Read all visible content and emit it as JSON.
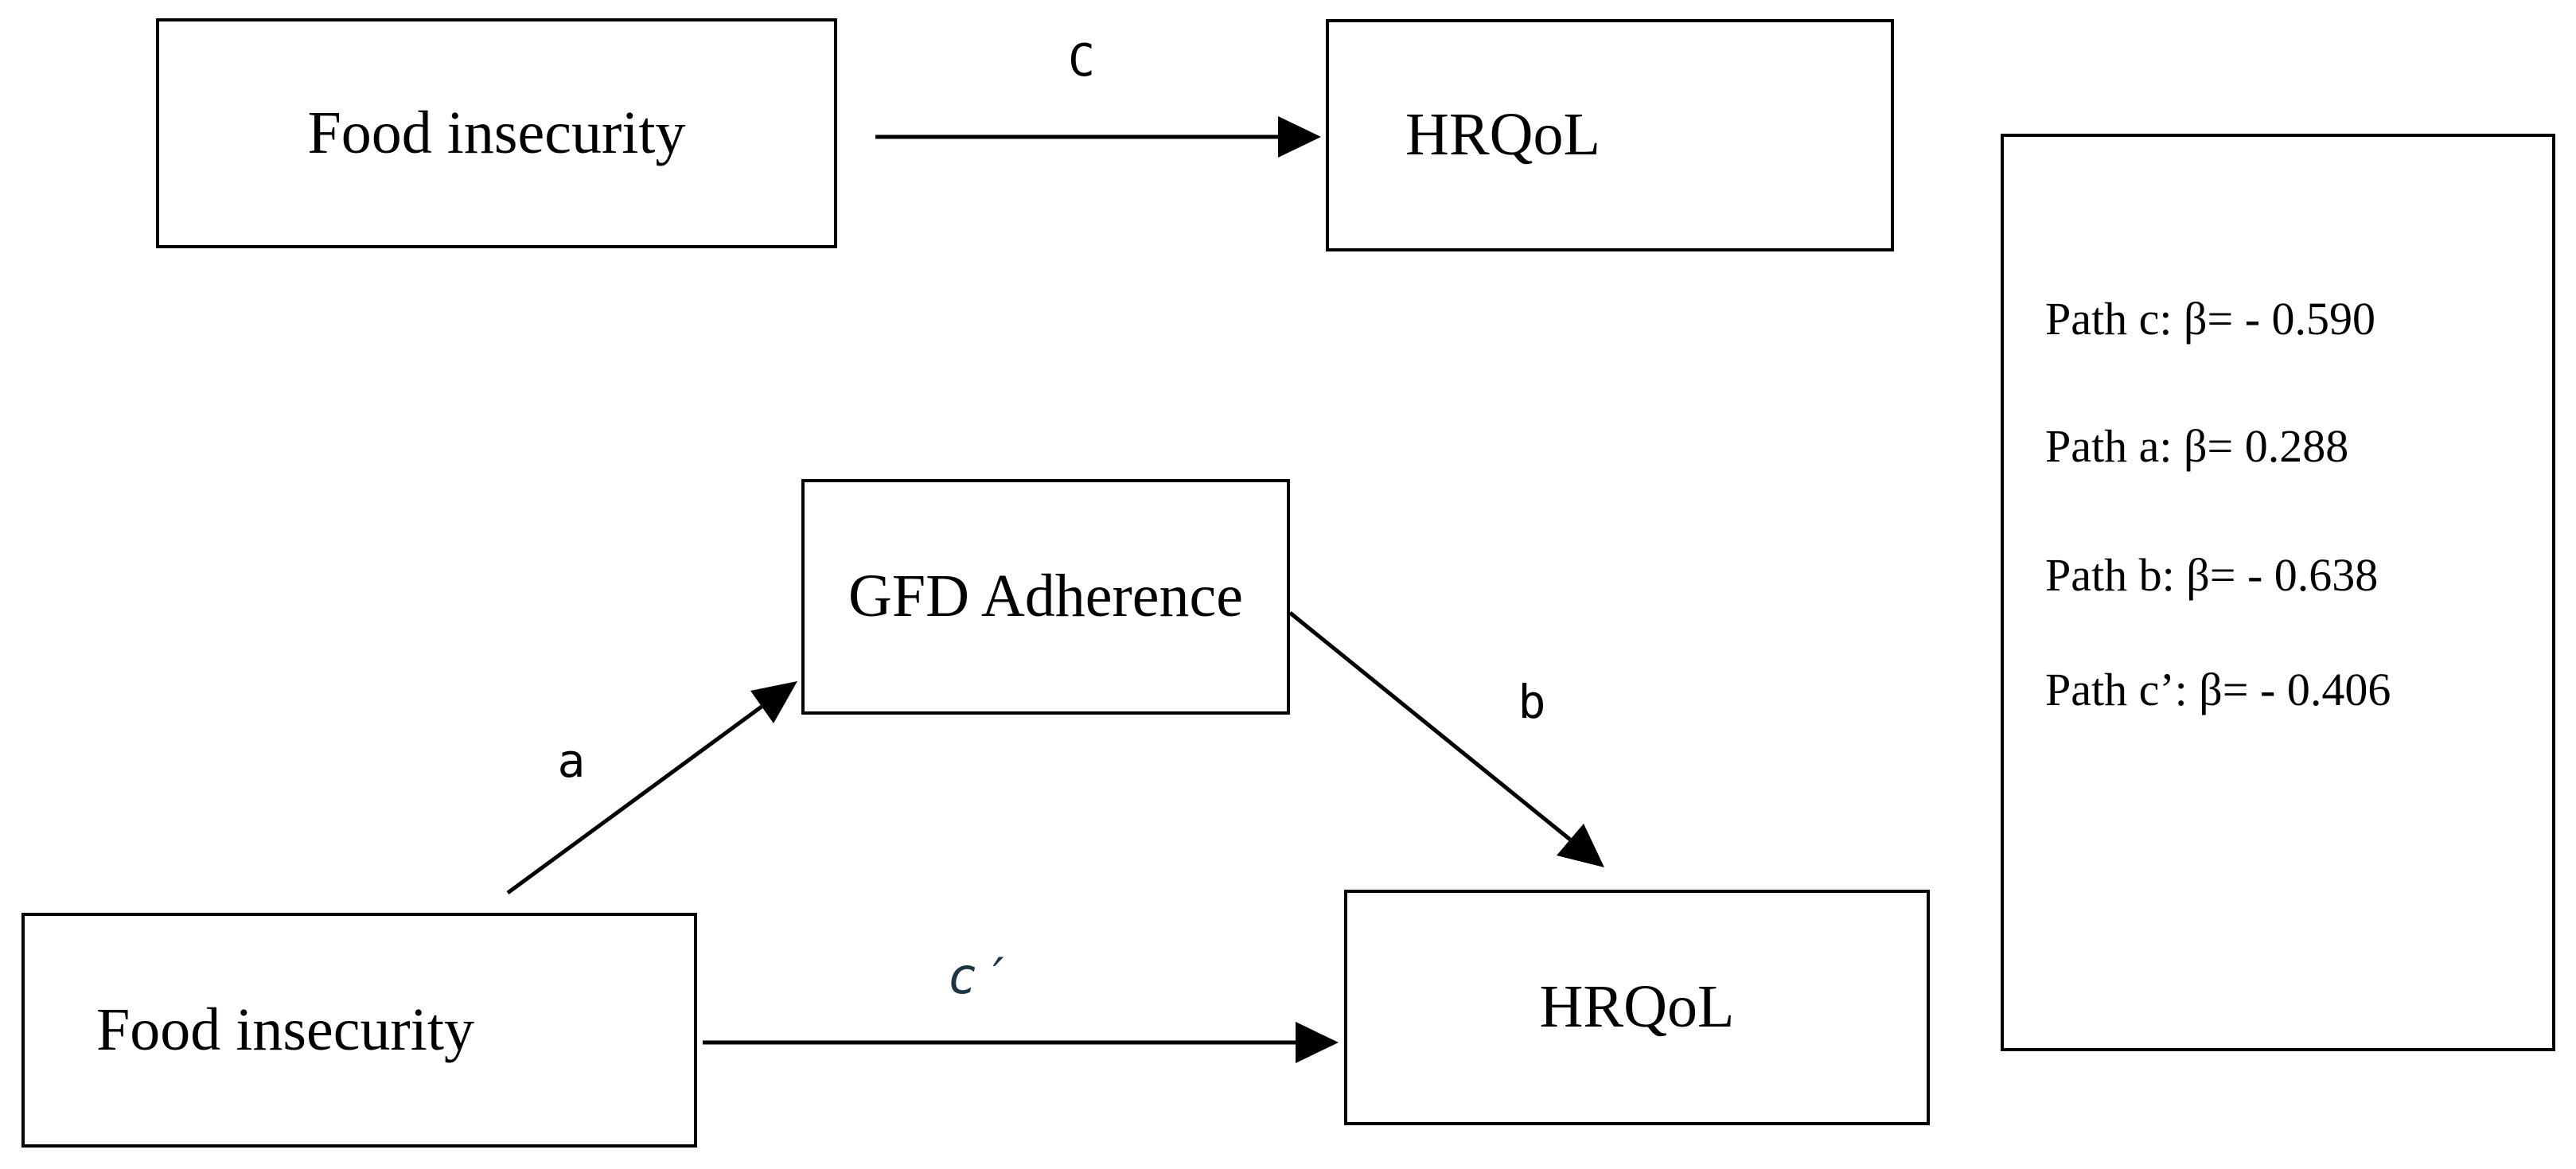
{
  "figure": {
    "type": "mediation-path-diagram",
    "background_color": "#ffffff",
    "line_color": "#000000",
    "boxes": {
      "food_insecurity_top": {
        "label": "Food insecurity"
      },
      "hrqol_top": {
        "label": "HRQoL"
      },
      "gfd_adherence": {
        "label": "GFD Adherence"
      },
      "food_insecurity_bottom": {
        "label": "Food insecurity"
      },
      "hrqol_bottom": {
        "label": "HRQoL"
      }
    },
    "path_labels": {
      "c": "C",
      "a": "a",
      "b": "b",
      "c_prime": "c′",
      "c_prime_color": "#1e3644"
    },
    "stats": {
      "lines": [
        "Path c: β= - 0.590",
        "Path a: β= 0.288",
        "Path b: β= - 0.638",
        "Path c’: β= - 0.406"
      ]
    },
    "paths": [
      {
        "from": "food_insecurity_top",
        "to": "hrqol_top",
        "label": "C",
        "beta": -0.59
      },
      {
        "from": "food_insecurity_bottom",
        "to": "gfd_adherence",
        "label": "a",
        "beta": 0.288
      },
      {
        "from": "gfd_adherence",
        "to": "hrqol_bottom",
        "label": "b",
        "beta": -0.638
      },
      {
        "from": "food_insecurity_bottom",
        "to": "hrqol_bottom",
        "label": "c′",
        "beta": -0.406
      }
    ]
  }
}
